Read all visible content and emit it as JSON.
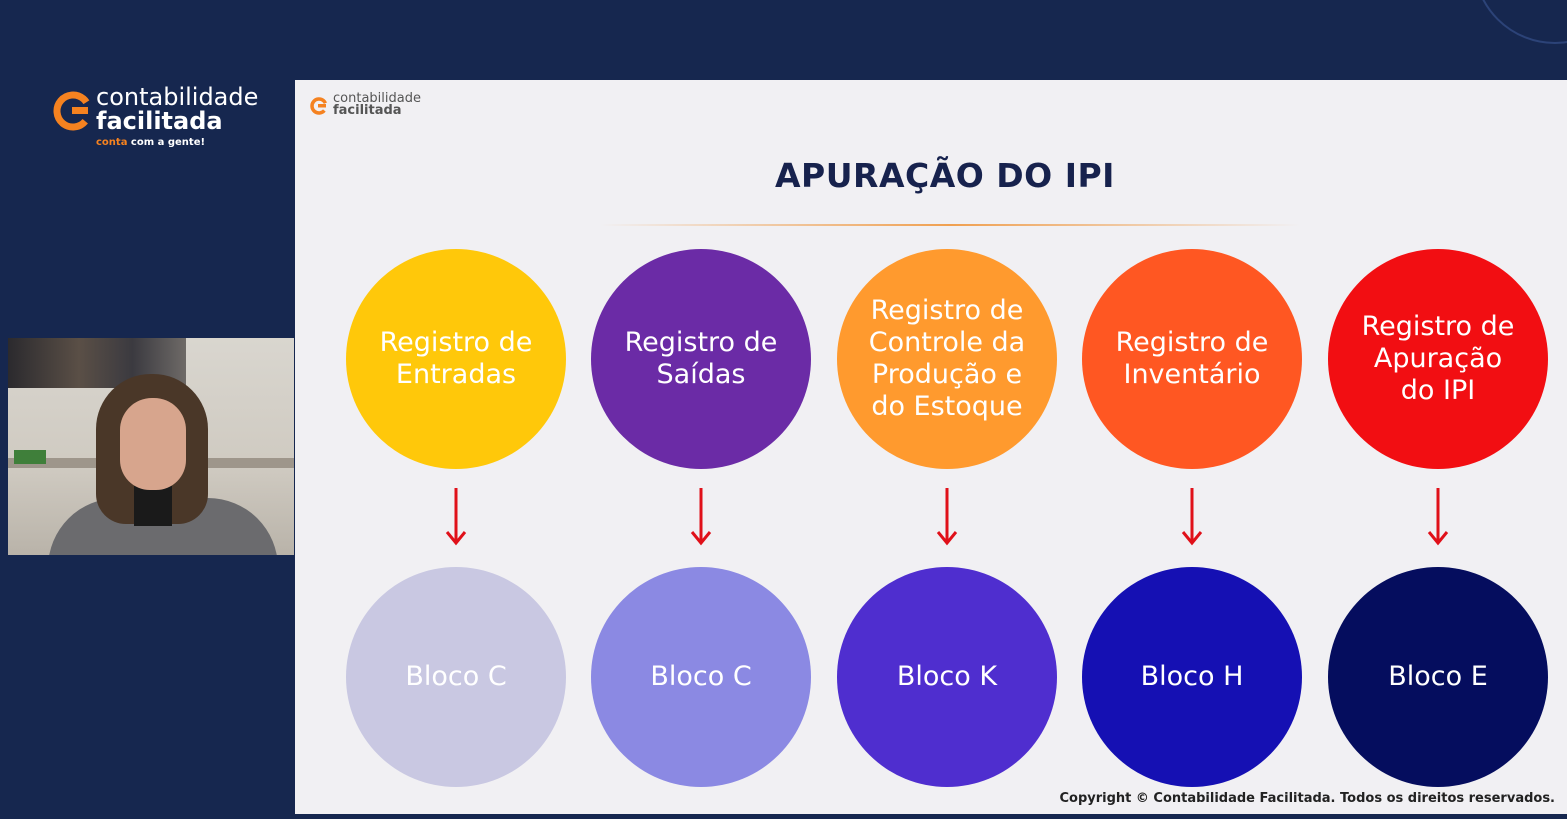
{
  "brand": {
    "line1": "contabilidade",
    "line2": "facilitada",
    "tagline_accent": "conta",
    "tagline_rest": " com a gente!"
  },
  "slide": {
    "logo_line1": "contabilidade",
    "logo_line2": "facilitada",
    "title": "APURAÇÃO DO IPI",
    "registers": [
      {
        "label": "Registro de\nEntradas",
        "color": "#ffc80a"
      },
      {
        "label": "Registro de\nSaídas",
        "color": "#6b2ba6"
      },
      {
        "label": "Registro de\nControle da\nProdução e\ndo Estoque",
        "color": "#ff9a2e"
      },
      {
        "label": "Registro de\nInventário",
        "color": "#ff5722"
      },
      {
        "label": "Registro de\nApuração\ndo IPI",
        "color": "#f20e12"
      }
    ],
    "blocks": [
      {
        "label": "Bloco C",
        "color": "#c9c8e2"
      },
      {
        "label": "Bloco C",
        "color": "#8b89e3"
      },
      {
        "label": "Bloco K",
        "color": "#4f2ecf"
      },
      {
        "label": "Bloco H",
        "color": "#1510b3"
      },
      {
        "label": "Bloco E",
        "color": "#050d5e"
      }
    ],
    "arrow_color": "#e01019",
    "copyright": "Copyright © Contabilidade Facilitada. Todos os direitos reservados."
  },
  "colors": {
    "background": "#16274f",
    "brand_orange": "#f58220",
    "title": "#17224d"
  }
}
